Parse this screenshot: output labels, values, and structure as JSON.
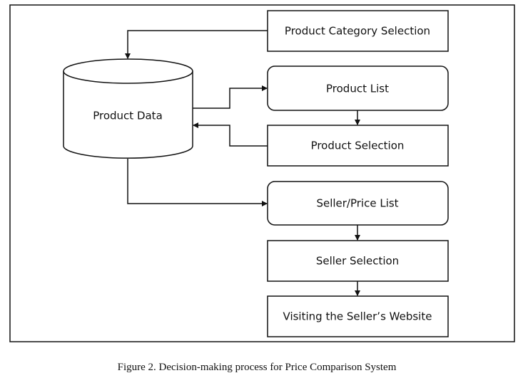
{
  "nodes": {
    "product_category_selection": "Product Category Selection",
    "product_data": "Product Data",
    "product_list": "Product List",
    "product_selection": "Product Selection",
    "seller_price_list": "Seller/Price List",
    "seller_selection": "Seller Selection",
    "visiting_seller_website": "Visiting the Seller’s Website"
  },
  "caption": "Figure 2. Decision-making process for Price Comparison System",
  "colors": {
    "stroke": "#111111",
    "background": "#ffffff"
  }
}
